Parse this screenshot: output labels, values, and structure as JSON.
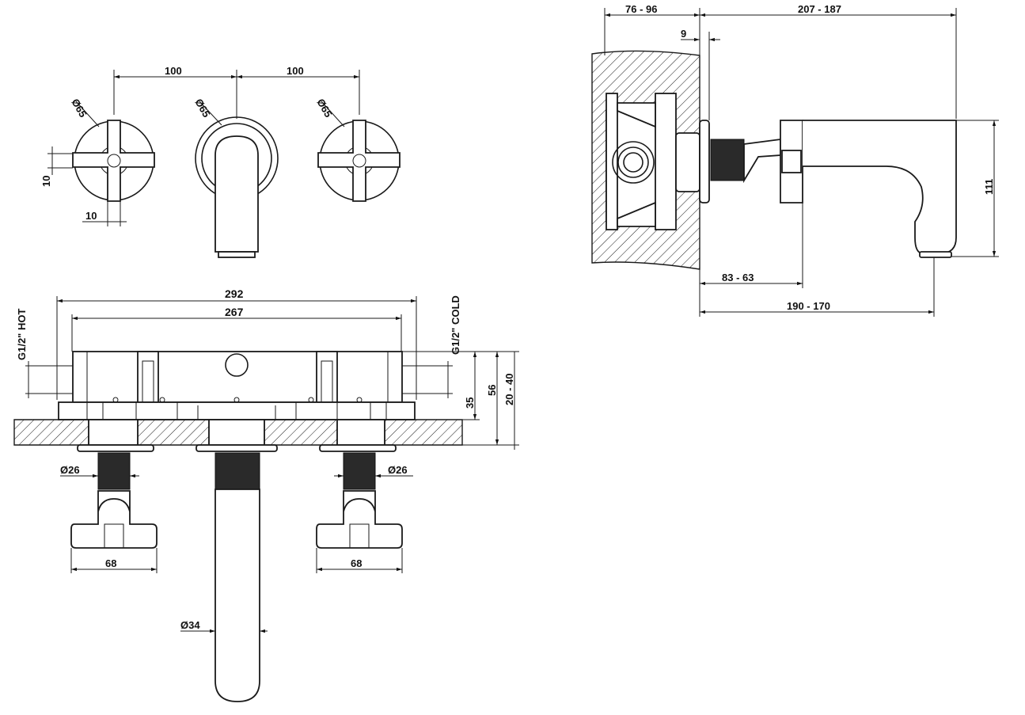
{
  "front_view": {
    "spacing_left": "100",
    "spacing_right": "100",
    "dia_left": "Ø65",
    "dia_center": "Ø65",
    "dia_right": "Ø65",
    "offset_v": "10",
    "offset_h": "10"
  },
  "top_view": {
    "width_outer": "292",
    "width_inner": "267",
    "hot_label": "G1/2\" HOT",
    "cold_label": "G1/2\" COLD",
    "dim_35": "35",
    "dim_56": "56",
    "dim_20_40": "20 - 40",
    "dia_handle_left": "Ø26",
    "dia_handle_right": "Ø26",
    "dia_spout": "Ø34",
    "handle_width_left": "68",
    "handle_width_right": "68"
  },
  "side_view": {
    "wall_depth": "76 - 96",
    "projection_total": "207 - 187",
    "flange": "9",
    "height": "111",
    "handle_projection": "83 - 63",
    "spout_projection": "190 - 170"
  }
}
